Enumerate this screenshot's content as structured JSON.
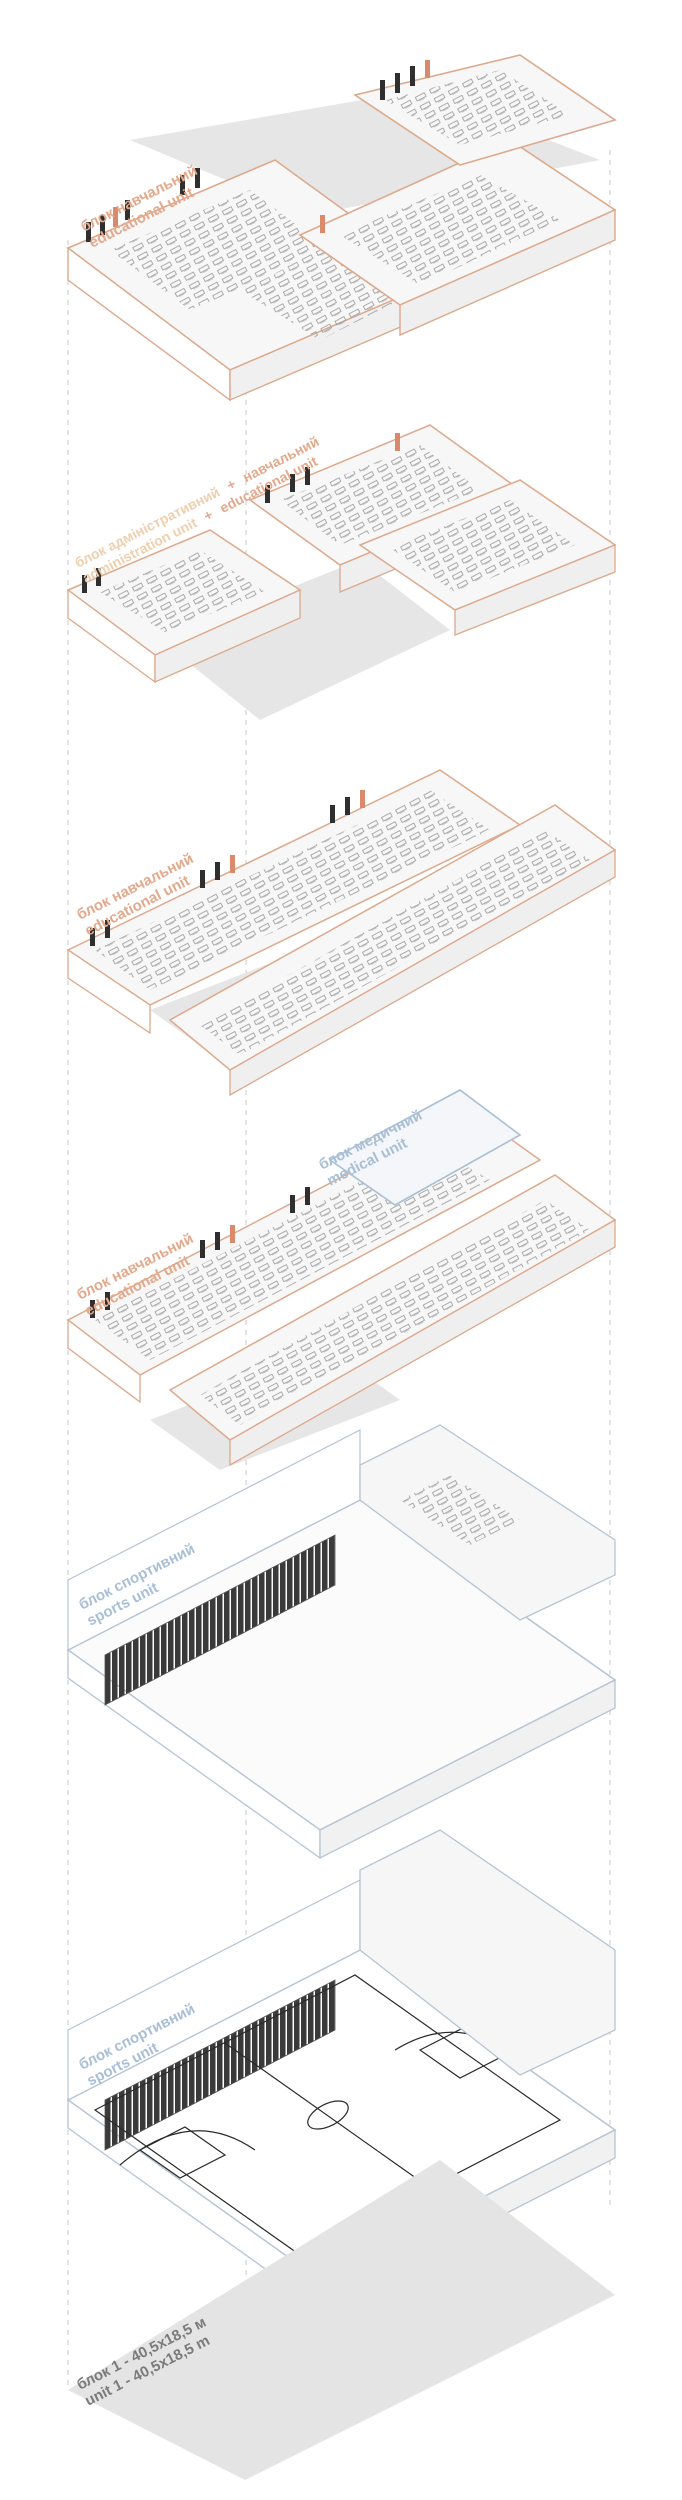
{
  "colors": {
    "educational": "#e3a98c",
    "administration": "#efcfae",
    "medical": "#a8bfd6",
    "sports": "#a9bfd7",
    "footprint": "#7b7b7b",
    "outline_warm": "#dca98c",
    "outline_cool": "#b7c4d3",
    "floor_shadow": "#e4e4e4"
  },
  "levels": [
    {
      "id": "L1",
      "label_uk": "блок навчальний",
      "label_en": "educational unit"
    },
    {
      "id": "L2",
      "label_uk_a": "блок адміністративний",
      "label_en_a": "administration unit",
      "plus": "+",
      "label_uk_b": "навчальний",
      "label_en_b": "educational unit"
    },
    {
      "id": "L3",
      "label_uk": "блок навчальний",
      "label_en": "educational unit"
    },
    {
      "id": "L4",
      "label_uk": "блок навчальний",
      "label_en": "educational unit",
      "label2_uk": "блок медичний",
      "label2_en": "medical unit"
    },
    {
      "id": "L5",
      "label_uk": "блок спортивний",
      "label_en": "sports unit"
    },
    {
      "id": "L6",
      "label_uk": "блок спортивний",
      "label_en": "sports unit"
    },
    {
      "id": "L7",
      "label_uk": "блок 1 - 40,5х18,5 м",
      "label_en": "unit 1 - 40,5х18,5 m"
    }
  ]
}
